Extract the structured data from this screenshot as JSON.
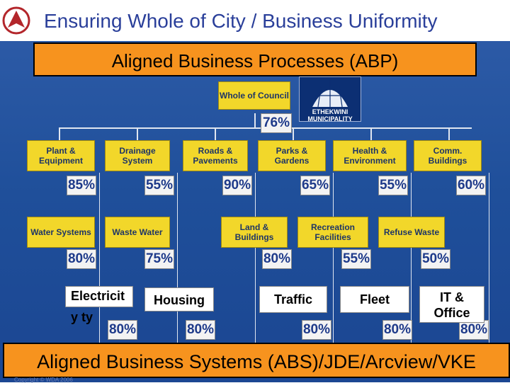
{
  "title": "Ensuring Whole of City / Business Uniformity",
  "top_bar": "Aligned Business Processes (ABP)",
  "bottom_bar": "Aligned Business Systems (ABS)/JDE/Arcview/VKE",
  "logo_name": "ethekwini-logo",
  "municipality_logo": {
    "line1": "ETHEKWINI",
    "line2": "MUNICIPALITY"
  },
  "root": {
    "label": "Whole of Council",
    "pct": "76%"
  },
  "row1": [
    {
      "label": "Plant & Equipment",
      "pct": "85%"
    },
    {
      "label": "Drainage System",
      "pct": "55%"
    },
    {
      "label": "Roads & Pavements",
      "pct": "90%"
    },
    {
      "label": "Parks & Gardens",
      "pct": "65%"
    },
    {
      "label": "Health & Environment",
      "pct": "55%"
    },
    {
      "label": "Comm. Buildings",
      "pct": "60%"
    }
  ],
  "row2": [
    {
      "label": "Water Systems",
      "pct": "80%"
    },
    {
      "label": "Waste Water",
      "pct": "75%"
    },
    {
      "label": "Land & Buildings",
      "pct": "80%"
    },
    {
      "label": "Recreation Facilities",
      "pct": "55%"
    },
    {
      "label": "Refuse Waste",
      "pct": "50%"
    }
  ],
  "row3_pcts": [
    "80%",
    "80%",
    "80%",
    "80%",
    "80%"
  ],
  "row3_labels": [
    {
      "text1": "Electricit",
      "text2": "y ty"
    },
    {
      "text1": "Housing",
      "text2": ""
    },
    {
      "text1": "Traffic",
      "text2": ""
    },
    {
      "text1": "Fleet",
      "text2": ""
    },
    {
      "text1": "IT &",
      "text2": "Office"
    }
  ],
  "copyright": "Copyright © WDA 2006",
  "colors": {
    "accent": "#f7931e",
    "node": "#f2d72a",
    "background": "#1f4f9a",
    "title": "#2a3f9a"
  }
}
